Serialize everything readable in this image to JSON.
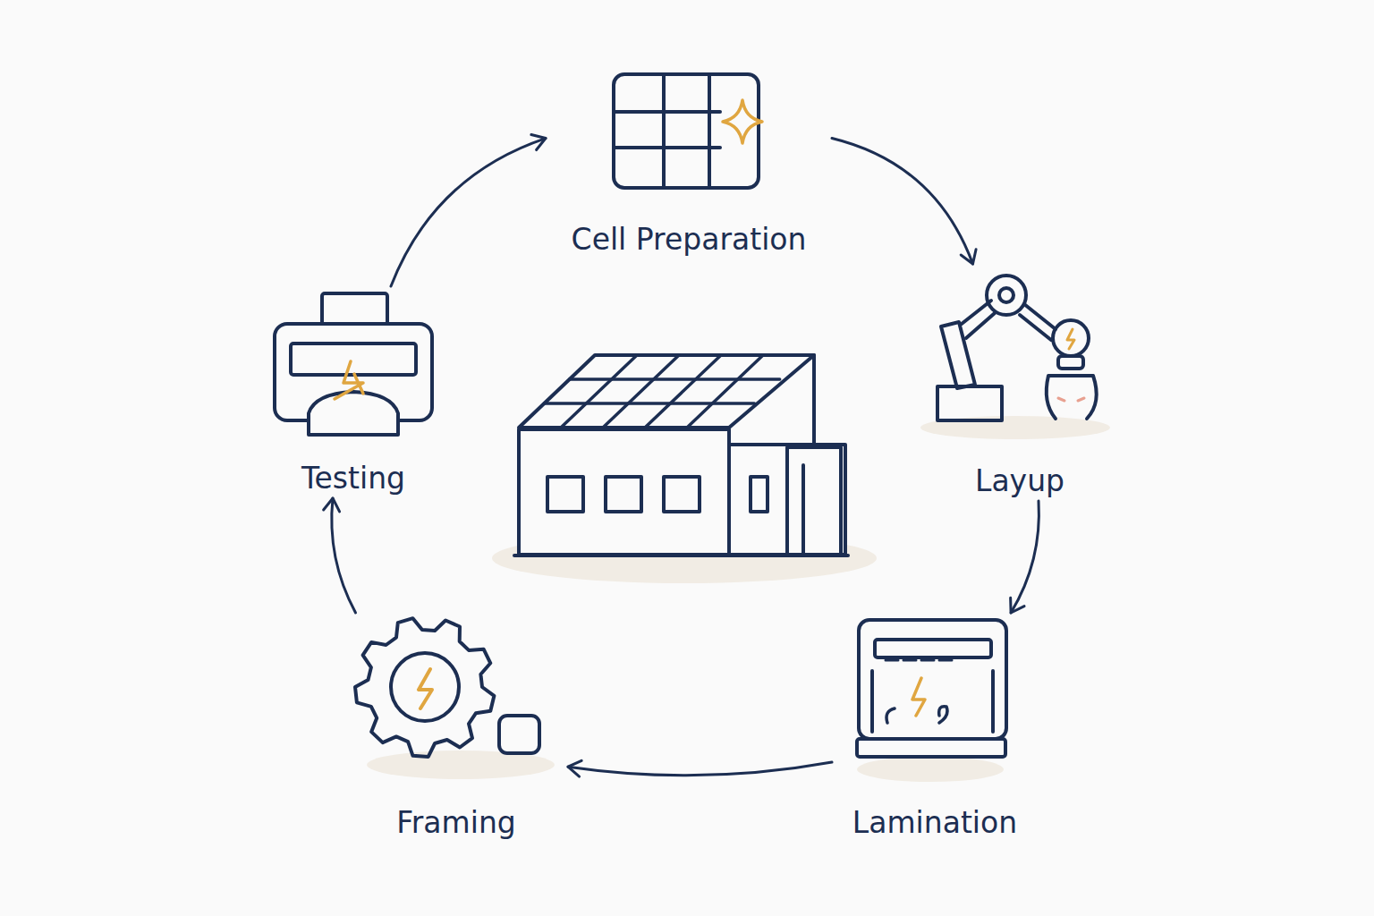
{
  "diagram": {
    "nodes": [
      {
        "text": [
          "Cell Preparation"
        ]
      },
      {
        "text": [
          "Layup"
        ]
      },
      {
        "text": [
          "Lamination"
        ]
      },
      {
        "text": [
          "Framing"
        ]
      },
      {
        "text": [
          "Testing"
        ]
      }
    ],
    "edges": [
      {
        "from": 0,
        "to": 1,
        "arrow": "to"
      },
      {
        "from": 1,
        "to": 2,
        "arrow": "to"
      },
      {
        "from": 2,
        "to": 3,
        "arrow": "to"
      },
      {
        "from": 3,
        "to": 4,
        "arrow": "to"
      },
      {
        "from": 4,
        "to": 0,
        "arrow": "to"
      }
    ]
  }
}
